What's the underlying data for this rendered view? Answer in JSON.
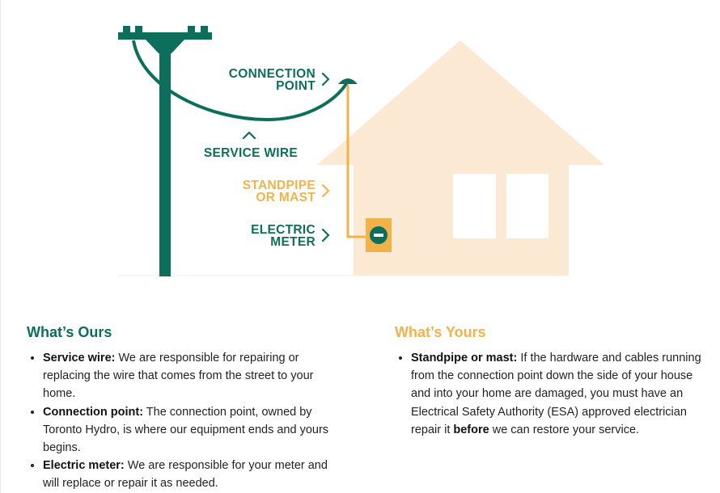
{
  "colors": {
    "green": "#0e6e5c",
    "orange": "#f2b24a",
    "house": "#fbe9d3",
    "window": "#ffffff"
  },
  "diagram": {
    "labels": {
      "connection_point_line1": "CONNECTION",
      "connection_point_line2": "POINT",
      "service_wire": "SERVICE WIRE",
      "standpipe_line1": "STANDPIPE",
      "standpipe_line2": "OR MAST",
      "meter_line1": "ELECTRIC",
      "meter_line2": "METER"
    }
  },
  "ours": {
    "heading": "What’s Ours",
    "items": [
      {
        "term": "Service wire:",
        "text": " We are responsible for repairing or replacing the wire that comes from the street to your home."
      },
      {
        "term": "Connection point:",
        "text": " The connection point, owned by Toronto Hydro, is where our equipment ends and yours begins."
      },
      {
        "term": "Electric meter:",
        "text": " We are responsible for your meter and will replace or repair it as needed."
      }
    ]
  },
  "yours": {
    "heading": "What’s Yours",
    "items": [
      {
        "term": "Standpipe or mast:",
        "text_before": " If the hardware and cables running from the connection point down the side of your house and into your home are damaged, you must have an Electrical Safety Authority (ESA) approved electrician repair it ",
        "emphasis": "before",
        "text_after": " we can restore your service."
      }
    ]
  }
}
